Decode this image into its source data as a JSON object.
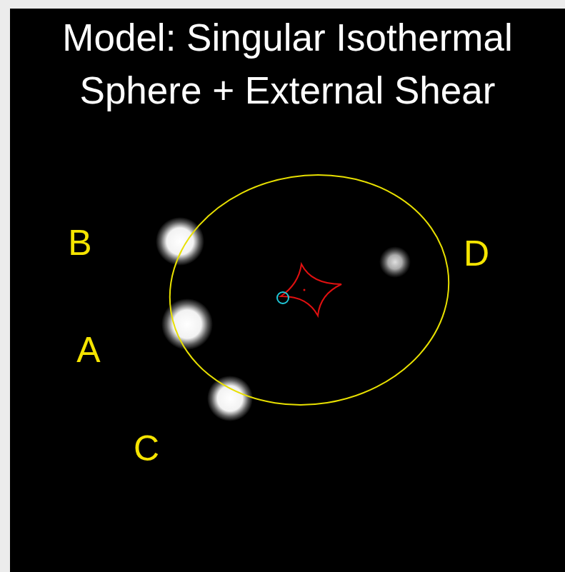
{
  "diagram": {
    "title": "Model: Singular Isothermal Sphere + External Shear",
    "labels": [
      "B",
      "A",
      "C",
      "D"
    ]
  }
}
